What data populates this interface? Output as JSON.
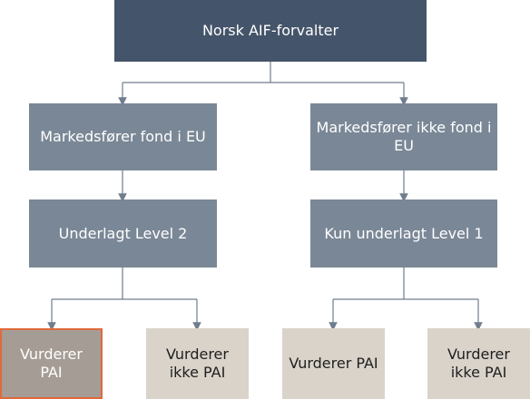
{
  "root": {
    "label": "Norsk AIF-forvalter"
  },
  "branches": [
    {
      "level1": "Markedsfører fond i EU",
      "level2": "Underlagt Level 2",
      "leaves": [
        "Vurderer PAI",
        "Vurderer ikke PAI"
      ]
    },
    {
      "level1": "Markedsfører ikke fond i EU",
      "level2": "Kun underlagt Level 1",
      "leaves": [
        "Vurderer PAI",
        "Vurderer ikke PAI"
      ]
    }
  ],
  "colors": {
    "root": "#44546a",
    "mid": "#7a8796",
    "leaf": "#d9d3ca",
    "selected_leaf": "#a59d95",
    "selected_border": "#e06a3a",
    "connector": "#6f7d8c"
  }
}
